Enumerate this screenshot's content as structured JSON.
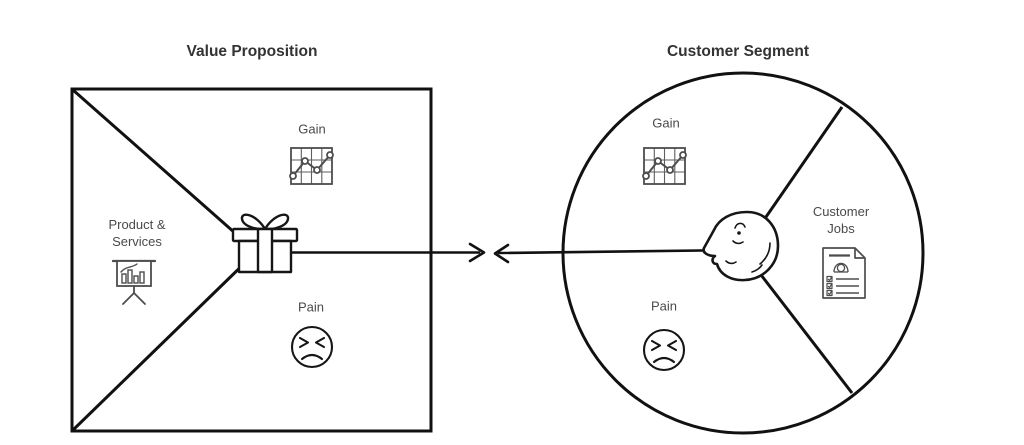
{
  "colors": {
    "background": "#ffffff",
    "line": "#111111",
    "icon_gray": "#4d4d4d",
    "label_text": "#4a4a4a",
    "title_text": "#333333"
  },
  "value_proposition": {
    "title": "Value Proposition",
    "gain_label": "Gain",
    "products_label": "Product & Services",
    "pain_label": "Pain",
    "icons": {
      "gain": "line-chart-icon",
      "products": "presentation-chart-icon",
      "pain": "pained-face-icon",
      "center": "gift-icon"
    }
  },
  "customer_segment": {
    "title": "Customer Segment",
    "gain_label": "Gain",
    "jobs_label": "Customer Jobs",
    "pain_label": "Pain",
    "icons": {
      "gain": "line-chart-icon",
      "jobs": "customer-jobs-document-icon",
      "pain": "pained-face-icon",
      "center": "customer-head-icon"
    }
  }
}
